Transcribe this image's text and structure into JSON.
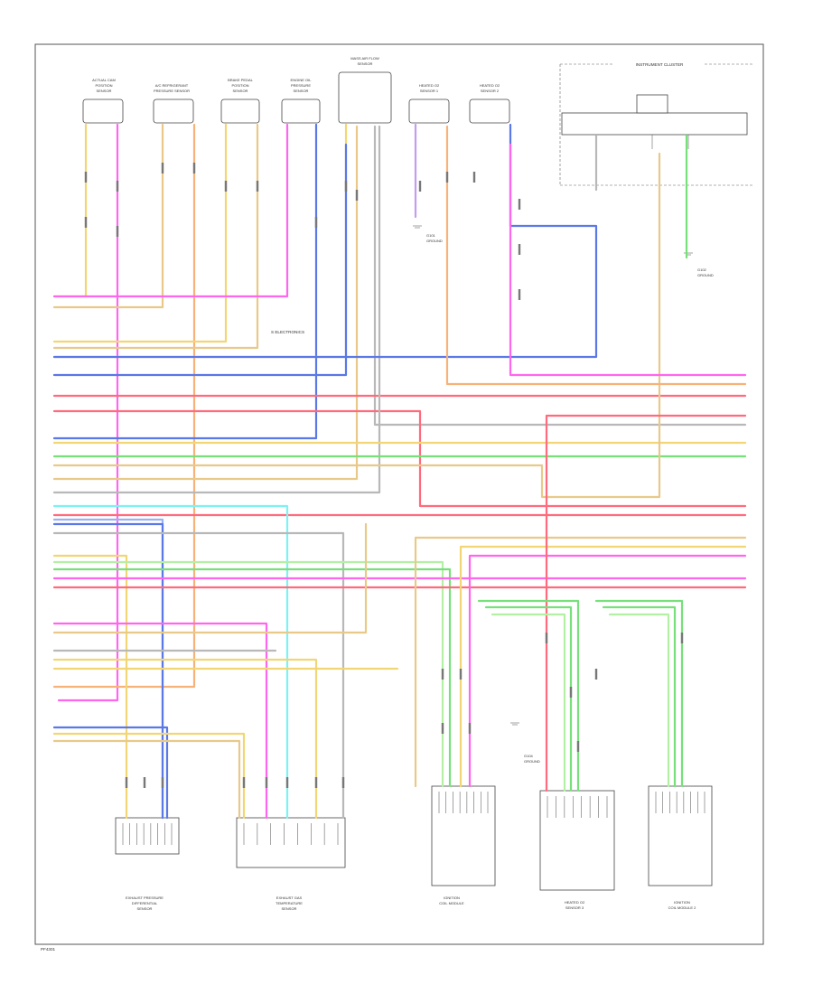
{
  "footer_code": "PF4301",
  "colors": {
    "pink": "#ff66ee",
    "yellow": "#f2d675",
    "tan": "#e8c98a",
    "orange": "#f7b27a",
    "red": "#ff6b7d",
    "blue": "#5a78e6",
    "lightblue": "#9ab2f2",
    "green": "#77e07a",
    "lightgreen": "#b4f0a4",
    "cyan": "#7df2f2",
    "gray": "#b8b8b8",
    "violet": "#c49cf0"
  },
  "labels": {
    "splice_note": "S ELECTRONICS",
    "instrument_cluster": "INSTRUMENT CLUSTER"
  },
  "top_components": [
    {
      "id": "c1",
      "name": [
        "ACTUAL CAM",
        "POSITION",
        "SENSOR"
      ]
    },
    {
      "id": "c2",
      "name": [
        "A/C REFRIGERANT",
        "PRESSURE SENSOR"
      ]
    },
    {
      "id": "c3",
      "name": [
        "BRAKE PEDAL",
        "POSITION",
        "SENSOR"
      ]
    },
    {
      "id": "c4",
      "name": [
        "ENGINE OIL",
        "PRESSURE",
        "SENSOR"
      ]
    },
    {
      "id": "c5",
      "name": [
        "MASS AIR FLOW",
        "SENSOR"
      ]
    },
    {
      "id": "c6",
      "name": [
        "HEATED O2",
        "SENSOR 1"
      ]
    },
    {
      "id": "c7",
      "name": [
        "HEATED O2",
        "SENSOR 2"
      ]
    }
  ],
  "bottom_components": [
    {
      "id": "b1",
      "name": [
        "EXHAUST PRESSURE",
        "DIFFERENTIAL",
        "SENSOR"
      ]
    },
    {
      "id": "b2",
      "name": [
        "EXHAUST GAS",
        "TEMPERATURE",
        "SENSOR"
      ]
    },
    {
      "id": "b3",
      "name": [
        "IGNITION",
        "COIL MODULE"
      ]
    },
    {
      "id": "b4",
      "name": [
        "HEATED O2",
        "SENSOR 3"
      ]
    },
    {
      "id": "b5",
      "name": [
        "IGNITION",
        "COIL MODULE 2"
      ]
    }
  ],
  "ground_labels": [
    {
      "id": "g1",
      "text": [
        "G101",
        "GROUND"
      ]
    },
    {
      "id": "g2",
      "text": [
        "G104",
        "GROUND"
      ]
    },
    {
      "id": "g3",
      "text": [
        "G102",
        "GROUND"
      ]
    }
  ]
}
